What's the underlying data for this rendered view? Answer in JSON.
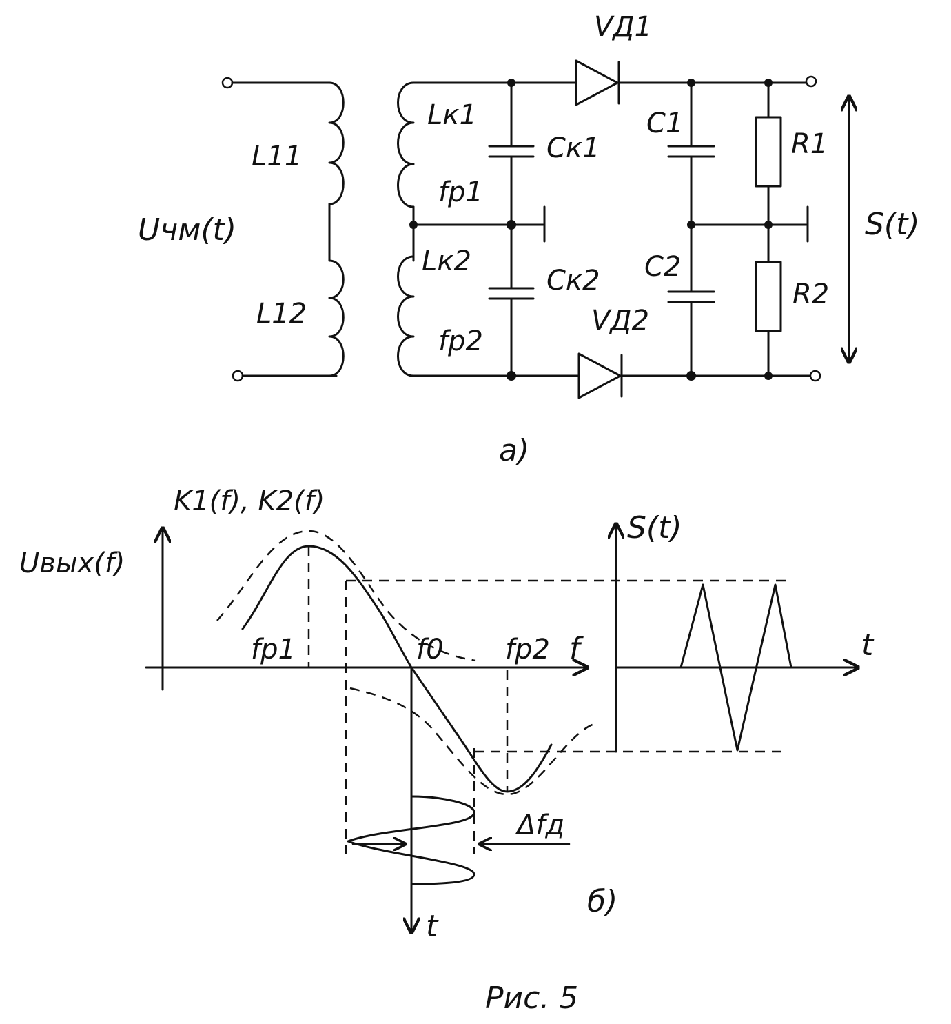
{
  "circuit": {
    "labels": {
      "vd1": "VД1",
      "vd2": "VД2",
      "l11": "L11",
      "l12": "L12",
      "input": "Uчм(t)",
      "lk1": "Lк1",
      "lk2": "Lк2",
      "ck1": "Cк1",
      "ck2": "Cк2",
      "fp1": "fp1",
      "fp2": "fp2",
      "c1": "C1",
      "c2": "C2",
      "r1": "R1",
      "r2": "R2",
      "output": "S(t)"
    },
    "caption": "а)"
  },
  "graph": {
    "y_label": "Uвых(f)",
    "curve_label": "K1(f), K2(f)",
    "x_label": "f",
    "f_labels": {
      "fp1": "fp1",
      "f0": "f0",
      "fp2": "fp2"
    },
    "time_label": "t",
    "deviation_label": "Δfд",
    "caption": "б)"
  },
  "output_plot": {
    "y_label": "S(t)",
    "x_label": "t"
  },
  "figure_caption": "Рис. 5"
}
